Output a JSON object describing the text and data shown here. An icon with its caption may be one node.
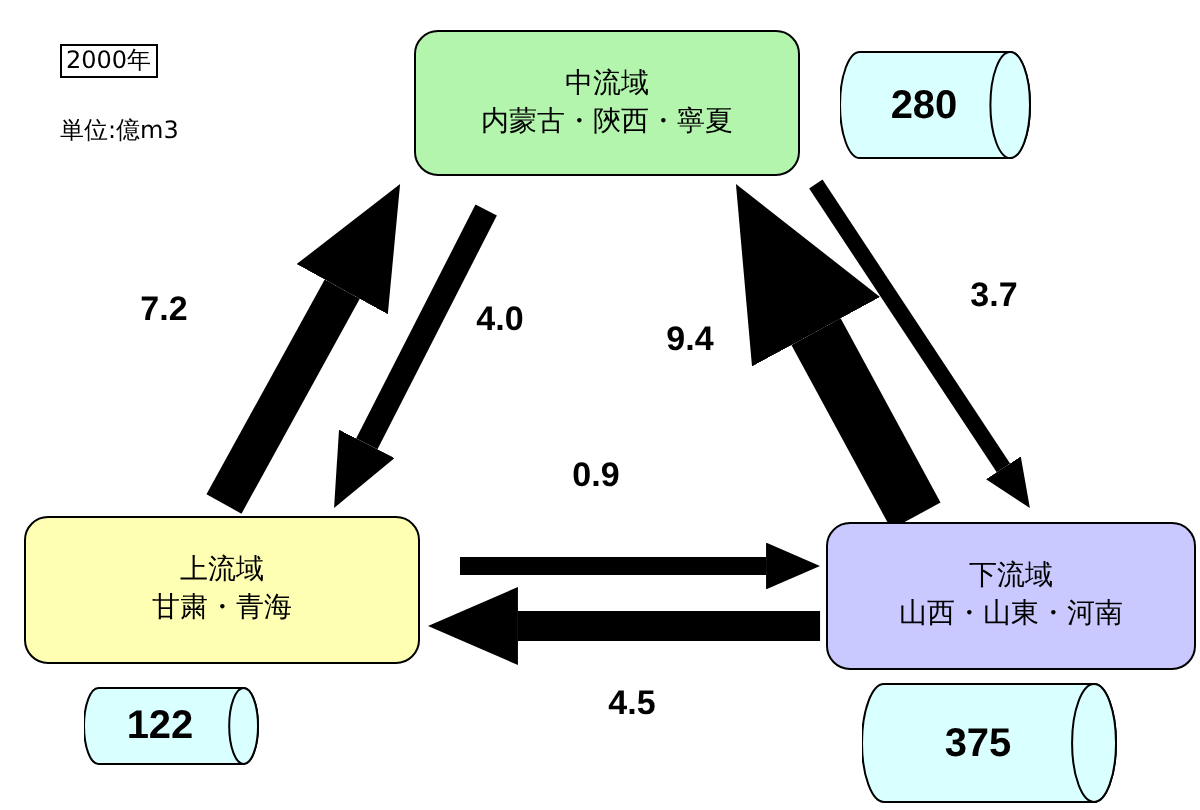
{
  "diagram": {
    "nodes": [
      {
        "text": [
          "中流域",
          "内蒙古・陝西・寧夏"
        ]
      },
      {
        "text": [
          "280"
        ]
      },
      {
        "text": [
          "上流域",
          "甘粛・青海"
        ]
      },
      {
        "text": [
          "下流域",
          "山西・山東・河南"
        ]
      },
      {
        "text": [
          "122"
        ]
      },
      {
        "text": [
          "375"
        ]
      }
    ],
    "edges": [
      {
        "from": 2,
        "to": 0,
        "arrow": "to",
        "label": "7.2"
      },
      {
        "from": 0,
        "to": 2,
        "arrow": "to",
        "label": "4.0"
      },
      {
        "from": 3,
        "to": 0,
        "arrow": "to",
        "label": "9.4",
        "style": "thick"
      },
      {
        "from": 0,
        "to": 3,
        "arrow": "to",
        "label": "3.7"
      },
      {
        "from": 2,
        "to": 3,
        "arrow": "to",
        "label": "0.9"
      },
      {
        "from": 3,
        "to": 2,
        "arrow": "to",
        "label": "4.5"
      }
    ],
    "labels": [
      "2000年",
      "単位:億m3"
    ]
  }
}
